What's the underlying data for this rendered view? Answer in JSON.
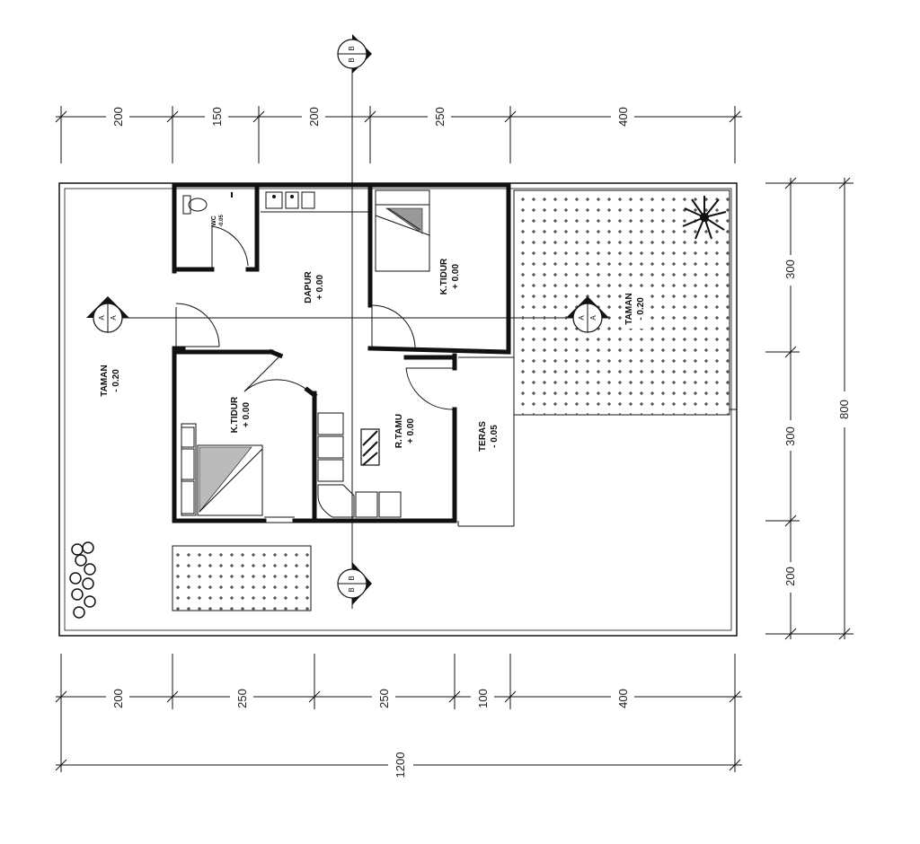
{
  "dimensions": {
    "top": [
      "200",
      "150",
      "200",
      "250",
      "400"
    ],
    "bottom": [
      "200",
      "250",
      "250",
      "100",
      "400"
    ],
    "total_width": "1200",
    "right": [
      "300",
      "300",
      "200"
    ],
    "total_height": "800"
  },
  "rooms": {
    "wc": {
      "name": "WC",
      "level": "-0.05"
    },
    "dapur": {
      "name": "DAPUR",
      "level": "+ 0.00"
    },
    "ktidur_top": {
      "name": "K.TIDUR",
      "level": "+ 0.00"
    },
    "ktidur_bottom": {
      "name": "K.TIDUR",
      "level": "+ 0.00"
    },
    "rtamu": {
      "name": "R.TAMU",
      "level": "+ 0.00"
    },
    "teras": {
      "name": "TERAS",
      "level": "- 0.05"
    },
    "taman_left": {
      "name": "TAMAN",
      "level": "- 0.20"
    },
    "taman_right": {
      "name": "TAMAN",
      "level": "- 0.20"
    }
  },
  "section_markers": {
    "a": "A",
    "b": "B"
  }
}
